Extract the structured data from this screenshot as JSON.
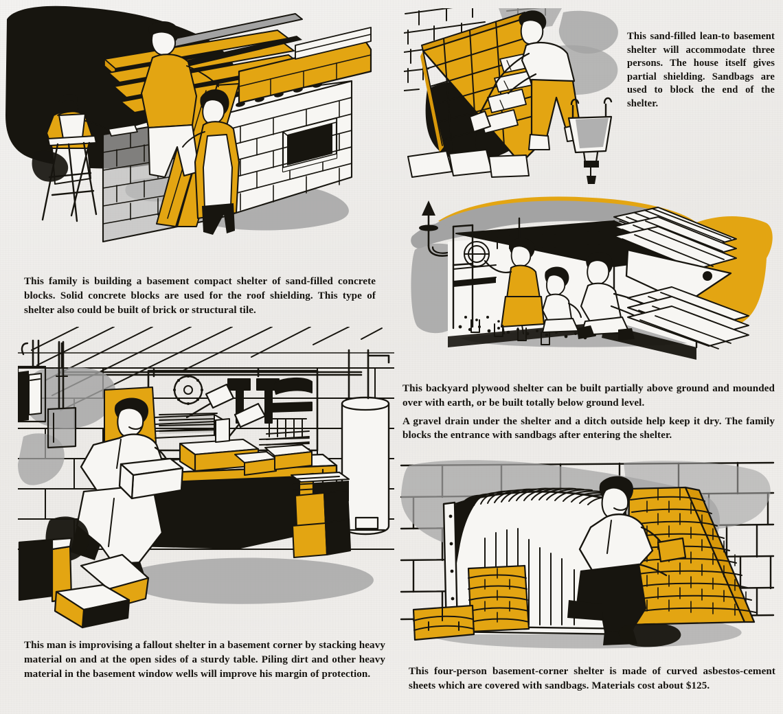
{
  "document": {
    "type": "civil-defense-illustration-page",
    "background_color": "#efeeec",
    "ink_color": "#17150f",
    "accent_yellow": "#e3a512",
    "shadow_gray": "#a3a3a3"
  },
  "panels": [
    {
      "id": "concrete-block-basement-shelter",
      "illustration_title": "Family building a basement compact shelter of sand-filled concrete blocks",
      "caption": "This family is building a basement compact shelter of sand-filled concrete blocks.  Solid concrete blocks are used for the roof shielding. This type of shelter also could be built of brick or structural tile."
    },
    {
      "id": "sand-filled-lean-to-shelter",
      "illustration_title": "Man shoveling sand into a lean-to basement shelter with wheelbarrow and sandbags",
      "caption": "This sand-filled lean-to basement shelter will accommodate three persons. The house itself gives partial shielding. Sandbags are used to block the end of the shelter."
    },
    {
      "id": "backyard-plywood-shelter",
      "illustration_title": "Cutaway of a backyard plywood shelter with a family of three, vent pipe and sandbag entrance",
      "caption_paragraphs": [
        "This backyard plywood shelter can be built partially above ground and mounded over with earth, or be built totally below ground level.",
        "A gravel drain under the shelter and a ditch outside help keep it dry. The family blocks the entrance with sandbags after entering the shelter."
      ]
    },
    {
      "id": "basement-corner-table-shelter",
      "illustration_title": "Man stacking heavy material on and around a sturdy workbench in a basement corner workshop",
      "caption": "This man is improvising a fallout shelter in a basement corner by stacking heavy material on and at the open sides of a sturdy table.  Piling dirt and other heavy material in the basement window wells will improve his margin of protection."
    },
    {
      "id": "asbestos-cement-corner-shelter",
      "illustration_title": "Man stacking sandbags over curved asbestos-cement sheets in a basement corner",
      "caption": "This four-person basement-corner shelter is made of curved asbestos-cement sheets which are covered with sandbags.  Materials cost about $125."
    }
  ]
}
